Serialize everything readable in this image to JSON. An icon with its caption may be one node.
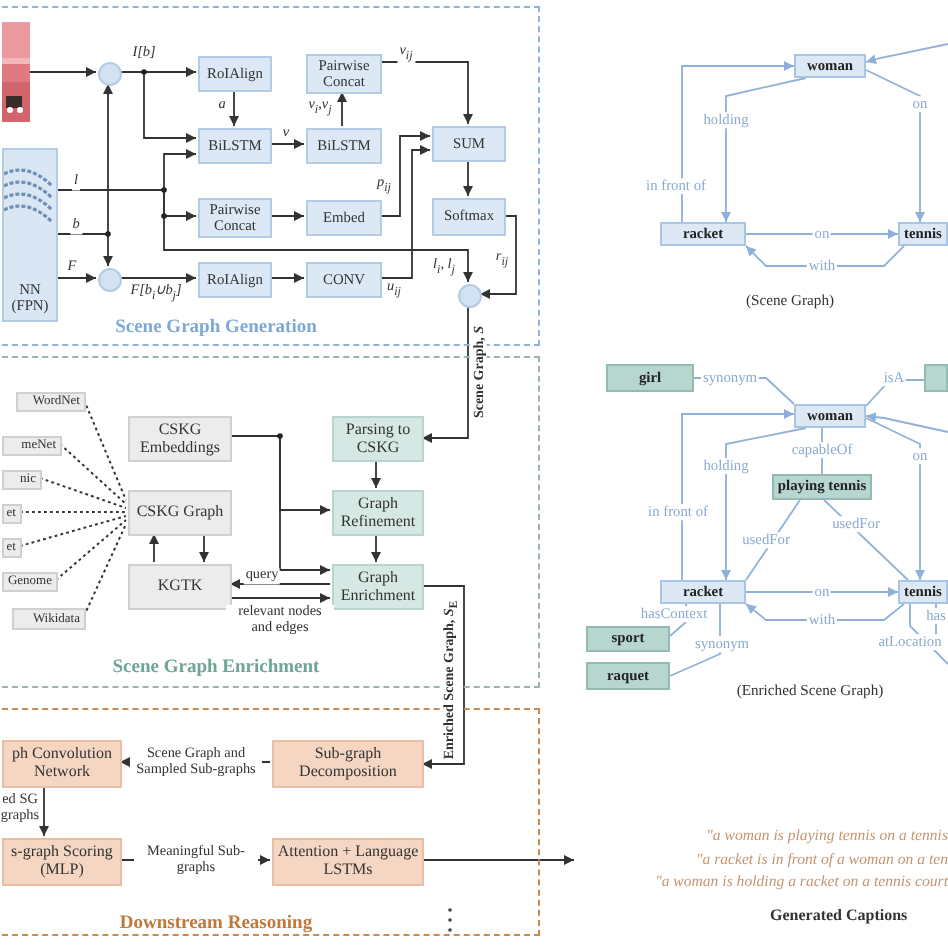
{
  "diagram": {
    "nodes": [
      {
        "text": [
          "Scene Graph Generation"
        ]
      },
      {
        "text": [],
        "shape": "picture",
        "in": 0
      },
      {
        "text": [
          "NN (FPN)"
        ],
        "in": 0
      },
      {
        "text": [],
        "shape": "circle",
        "in": 0
      },
      {
        "text": [
          "RoIAlign"
        ],
        "in": 0
      },
      {
        "text": [
          "Pairwise Concat"
        ],
        "in": 0
      },
      {
        "text": [
          "BiLSTM"
        ],
        "in": 0
      },
      {
        "text": [
          "BiLSTM"
        ],
        "in": 0
      },
      {
        "text": [
          "SUM"
        ],
        "in": 0
      },
      {
        "text": [
          "Pairwise Concat"
        ],
        "in": 0
      },
      {
        "text": [
          "Embed"
        ],
        "in": 0
      },
      {
        "text": [
          "Softmax"
        ],
        "in": 0
      },
      {
        "text": [],
        "shape": "circle",
        "in": 0
      },
      {
        "text": [
          "RoIAlign"
        ],
        "in": 0
      },
      {
        "text": [
          "CONV"
        ],
        "in": 0
      },
      {
        "text": [],
        "shape": "circle",
        "in": 0
      },
      {
        "text": [
          "Scene Graph Enrichment"
        ]
      },
      {
        "text": [
          "WordNet"
        ],
        "in": 16
      },
      {
        "text": [
          "meNet"
        ],
        "in": 16
      },
      {
        "text": [
          "nic"
        ],
        "in": 16
      },
      {
        "text": [
          "et"
        ],
        "in": 16
      },
      {
        "text": [
          "et"
        ],
        "in": 16
      },
      {
        "text": [
          "Genome"
        ],
        "in": 16
      },
      {
        "text": [
          "Wikidata"
        ],
        "in": 16
      },
      {
        "text": [
          "CSKG Embeddings"
        ],
        "in": 16
      },
      {
        "text": [
          "Parsing to CSKG"
        ],
        "in": 16
      },
      {
        "text": [
          "CSKG Graph"
        ],
        "in": 16
      },
      {
        "text": [
          "Graph Refinement"
        ],
        "in": 16
      },
      {
        "text": [
          "KGTK"
        ],
        "in": 16
      },
      {
        "text": [
          "Graph Enrichment"
        ],
        "in": 16
      },
      {
        "text": [
          "Downstream Reasoning"
        ]
      },
      {
        "text": [
          "ph Convolution Network"
        ],
        "in": 30
      },
      {
        "text": [
          "Sub-graph Decomposition"
        ],
        "in": 30
      },
      {
        "text": [
          "s-graph Scoring (MLP)"
        ],
        "in": 30
      },
      {
        "text": [
          "Attention + Language LSTMs"
        ],
        "in": 30
      },
      {
        "text": [
          "\"a woman is playing tennis on a tennis",
          "\"a racket is in front of a woman on a ten",
          "\"a woman is holding a racket on a tennis court"
        ],
        "beside": [
          "Generated Captions"
        ]
      },
      {
        "text": [
          "woman"
        ]
      },
      {
        "text": [
          "racket"
        ]
      },
      {
        "text": [
          "tennis"
        ]
      },
      {
        "text": [
          "girl"
        ]
      },
      {
        "text": [
          "woman"
        ]
      },
      {
        "text": [],
        "shape": "box"
      },
      {
        "text": [
          "playing tennis"
        ]
      },
      {
        "text": [
          "racket"
        ]
      },
      {
        "text": [
          "tennis"
        ]
      },
      {
        "text": [
          "sport"
        ]
      },
      {
        "text": [
          "raquet"
        ]
      }
    ],
    "edges": [
      {
        "from": 1,
        "to": 3,
        "arrow": "to"
      },
      {
        "from": 2,
        "to": 3,
        "arrow": "to",
        "label": "b"
      },
      {
        "from": 2,
        "to": 12,
        "arrow": "to"
      },
      {
        "from": 2,
        "to": 12,
        "arrow": "to",
        "label": "F"
      },
      {
        "from": 2,
        "to": 6,
        "arrow": "to",
        "label": "l"
      },
      {
        "from": 2,
        "to": 9,
        "arrow": "to"
      },
      {
        "from": 2,
        "to": 15,
        "arrow": "to",
        "label": "l$_{i}$, l$_{j}$"
      },
      {
        "from": 3,
        "to": 4,
        "arrow": "to",
        "label": "I[b]"
      },
      {
        "from": 3,
        "to": 6,
        "arrow": "to"
      },
      {
        "from": 4,
        "to": 6,
        "arrow": "to",
        "label": "a"
      },
      {
        "from": 6,
        "to": 7,
        "arrow": "to",
        "label": "v"
      },
      {
        "from": 7,
        "to": 5,
        "arrow": "to",
        "label": "v$_{i}$,v$_{j}$"
      },
      {
        "from": 5,
        "to": 8,
        "arrow": "to",
        "label": "v$_{ij}$"
      },
      {
        "from": 9,
        "to": 10,
        "arrow": "to"
      },
      {
        "from": 10,
        "to": 8,
        "arrow": "to",
        "label": "p$_{ij}$"
      },
      {
        "from": 12,
        "to": 13,
        "arrow": "to",
        "label": "F[b$_{i}$∪b$_{j}$]"
      },
      {
        "from": 13,
        "to": 14,
        "arrow": "to"
      },
      {
        "from": 14,
        "to": 8,
        "arrow": "to",
        "label": "u$_{ij}$"
      },
      {
        "from": 8,
        "to": 11,
        "arrow": "to"
      },
      {
        "from": 11,
        "to": 15,
        "arrow": "to",
        "label": "r$_{ij}$"
      },
      {
        "from": 15,
        "to": 25,
        "arrow": "to",
        "label": "Scene Graph, *S*"
      },
      {
        "from": 17,
        "to": 26,
        "arrow": "none",
        "style": "dashed"
      },
      {
        "from": 18,
        "to": 26,
        "arrow": "none",
        "style": "dashed"
      },
      {
        "from": 19,
        "to": 26,
        "arrow": "none",
        "style": "dashed"
      },
      {
        "from": 20,
        "to": 26,
        "arrow": "none",
        "style": "dashed"
      },
      {
        "from": 21,
        "to": 26,
        "arrow": "none",
        "style": "dashed"
      },
      {
        "from": 22,
        "to": 26,
        "arrow": "none",
        "style": "dashed"
      },
      {
        "from": 23,
        "to": 26,
        "arrow": "none",
        "style": "dashed"
      },
      {
        "from": 26,
        "to": 28,
        "arrow": "to"
      },
      {
        "from": 28,
        "to": 26,
        "arrow": "to"
      },
      {
        "from": 24,
        "to": 27,
        "arrow": "to"
      },
      {
        "from": 24,
        "to": 29,
        "arrow": "to"
      },
      {
        "from": 25,
        "to": 27,
        "arrow": "to"
      },
      {
        "from": 27,
        "to": 29,
        "arrow": "to"
      },
      {
        "from": 29,
        "to": 28,
        "arrow": "to",
        "label": "query"
      },
      {
        "from": 28,
        "to": 29,
        "arrow": "to",
        "label": "relevant nodes and edges"
      },
      {
        "from": 29,
        "to": 32,
        "arrow": "to",
        "label": "Enriched Scene Graph, *S*$_{E}$"
      },
      {
        "from": 32,
        "to": 31,
        "arrow": "to",
        "label": "Scene Graph and Sampled Sub-graphs"
      },
      {
        "from": 31,
        "to": 33,
        "arrow": "to",
        "label": "ed SG graphs"
      },
      {
        "from": 33,
        "to": 34,
        "arrow": "to",
        "label": "Meaningful Sub-graphs"
      },
      {
        "from": 34,
        "to": 35,
        "arrow": "to"
      },
      {
        "from": 37,
        "to": 36,
        "arrow": "to",
        "label": "in front of",
        "color": "#8fb0d8"
      },
      {
        "from": 36,
        "to": 37,
        "arrow": "to",
        "label": "holding",
        "color": "#8fb0d8"
      },
      {
        "from": 36,
        "to": 38,
        "arrow": "to",
        "label": "on",
        "color": "#8fb0d8"
      },
      {
        "from": 37,
        "to": 38,
        "arrow": "to",
        "label": "on",
        "color": "#8fb0d8"
      },
      {
        "from": 38,
        "to": 37,
        "arrow": "to",
        "label": "with",
        "color": "#8fb0d8"
      },
      {
        "from": null,
        "to": 36,
        "arrow": "to",
        "color": "#8fb0d8"
      },
      {
        "from": 39,
        "to": 40,
        "arrow": "none",
        "label": "synonym",
        "color": "#8fb0d8"
      },
      {
        "from": 40,
        "to": 41,
        "arrow": "none",
        "label": "isA",
        "color": "#8fb0d8"
      },
      {
        "from": 43,
        "to": 40,
        "arrow": "to",
        "label": "in front of",
        "color": "#8fb0d8"
      },
      {
        "from": 40,
        "to": 43,
        "arrow": "to",
        "label": "holding",
        "color": "#8fb0d8"
      },
      {
        "from": 40,
        "to": 42,
        "arrow": "none",
        "label": "capableOf",
        "color": "#8fb0d8"
      },
      {
        "from": 42,
        "to": 43,
        "arrow": "none",
        "label": "usedFor",
        "color": "#8fb0d8"
      },
      {
        "from": 42,
        "to": 44,
        "arrow": "none",
        "label": "usedFor",
        "color": "#8fb0d8"
      },
      {
        "from": 40,
        "to": 44,
        "arrow": "to",
        "label": "on",
        "color": "#8fb0d8"
      },
      {
        "from": 43,
        "to": 44,
        "arrow": "to",
        "label": "on",
        "color": "#8fb0d8"
      },
      {
        "from": 44,
        "to": 43,
        "arrow": "to",
        "label": "with",
        "color": "#8fb0d8"
      },
      {
        "from": null,
        "to": 40,
        "arrow": "to",
        "color": "#8fb0d8"
      },
      {
        "from": 43,
        "to": 45,
        "arrow": "none",
        "label": "hasContext",
        "color": "#8fb0d8"
      },
      {
        "from": 43,
        "to": 46,
        "arrow": "none",
        "label": "synonym",
        "color": "#8fb0d8"
      },
      {
        "from": 44,
        "to": null,
        "arrow": "none",
        "label": "atLocation",
        "color": "#8fb0d8"
      },
      {
        "from": 44,
        "to": null,
        "arrow": "none",
        "label": "has",
        "color": "#8fb0d8"
      }
    ],
    "labels": [
      "(Scene Graph)",
      "(Enriched Scene Graph)"
    ]
  }
}
